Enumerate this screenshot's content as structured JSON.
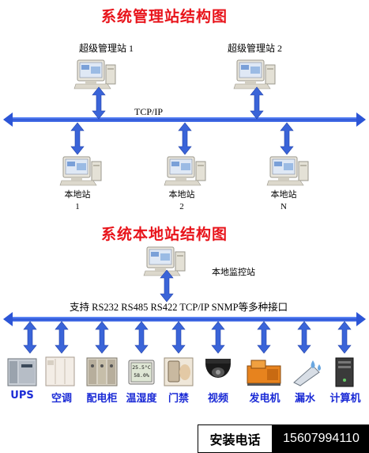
{
  "titles": {
    "main": "系统管理站结构图",
    "local": "系统本地站结构图"
  },
  "super_stations": [
    {
      "label": "超级管理站 1"
    },
    {
      "label": "超级管理站 2"
    }
  ],
  "network_label": "TCP/IP",
  "local_stations": [
    {
      "line1": "本地站",
      "line2": "1"
    },
    {
      "line1": "本地站",
      "line2": "2"
    },
    {
      "line1": "本地站",
      "line2": "N"
    }
  ],
  "local_monitor": "本地监控站",
  "interface_text": "支持 RS232 RS485 RS422 TCP/IP SNMP等多种接口",
  "devices": [
    {
      "label": "UPS",
      "icon": "ups-cabinet-icon"
    },
    {
      "label": "空调",
      "icon": "air-conditioner-icon"
    },
    {
      "label": "配电柜",
      "icon": "distribution-cabinet-icon"
    },
    {
      "label": "温湿度",
      "icon": "temperature-humidity-sensor-icon"
    },
    {
      "label": "门禁",
      "icon": "access-control-icon"
    },
    {
      "label": "视频",
      "icon": "dome-camera-icon"
    },
    {
      "label": "发电机",
      "icon": "generator-icon"
    },
    {
      "label": "漏水",
      "icon": "water-leak-icon"
    },
    {
      "label": "计算机",
      "icon": "computer-tower-icon"
    }
  ],
  "sensor_display": {
    "line1": "25.5°C",
    "line2": "58.0%"
  },
  "contact": {
    "label": "安装电话",
    "phone": "15607994110"
  },
  "colors": {
    "title": "#e8141b",
    "bus": "#2f5fd0",
    "device_label": "#1b2bd6"
  }
}
